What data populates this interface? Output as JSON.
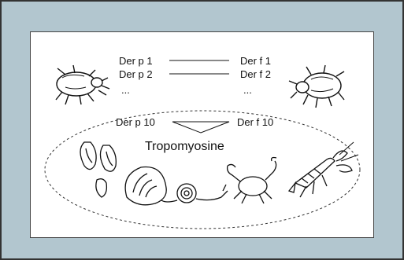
{
  "diagram": {
    "left_labels": [
      "Der p 1",
      "Der p 2",
      "..."
    ],
    "right_labels": [
      "Der f 1",
      "Der f 2",
      "..."
    ],
    "left_bottom": "Der p 10",
    "right_bottom": "Der f 10",
    "center_label": "Tropomyosine",
    "icons": [
      "dust-mite-left-icon",
      "dust-mite-right-icon",
      "mussel-icon",
      "oyster-icon",
      "snail-icon",
      "crab-icon",
      "lobster-icon"
    ]
  }
}
